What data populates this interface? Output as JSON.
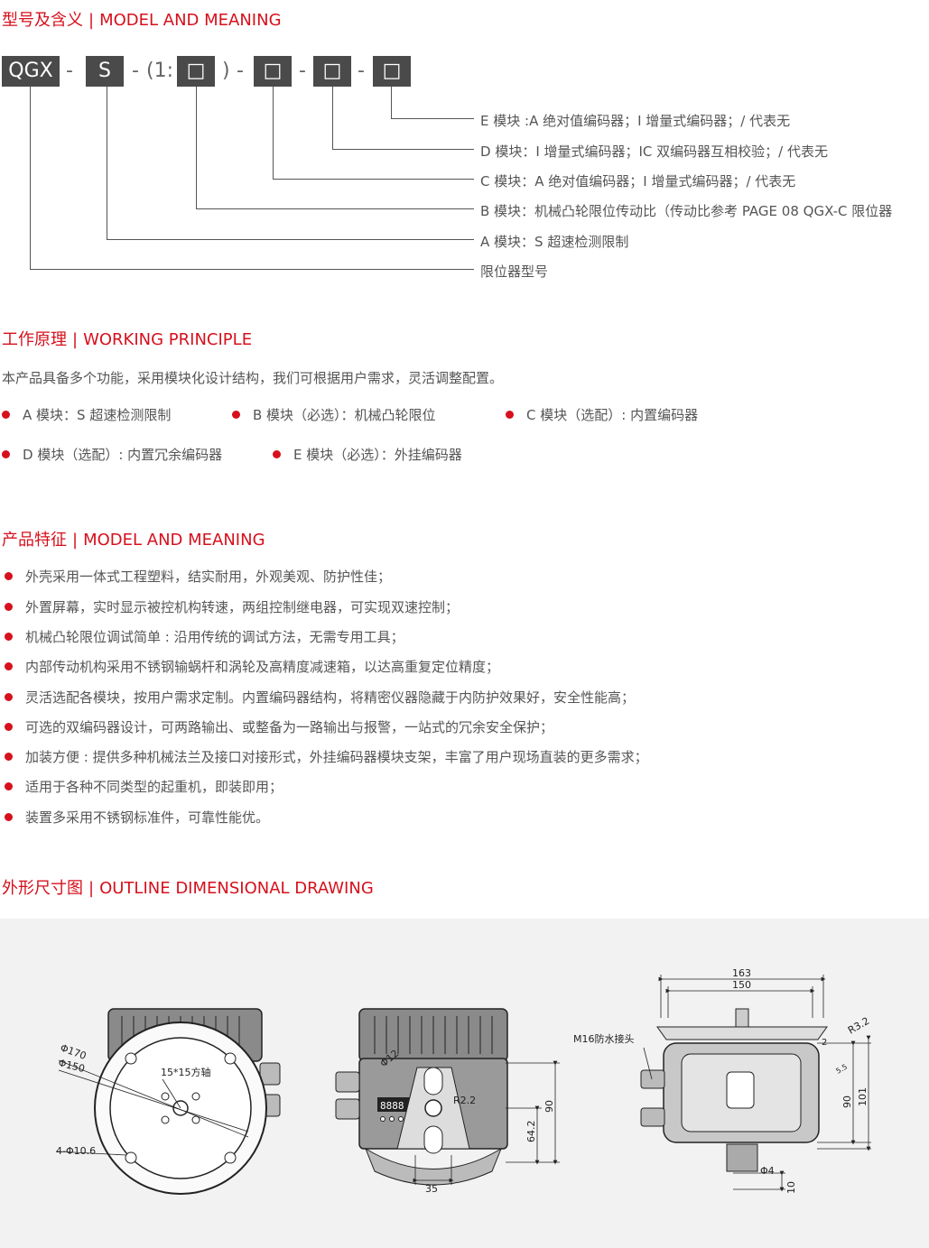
{
  "model_section": {
    "title_cn": "型号及含义",
    "title_en": "MODEL AND MEANING",
    "code": {
      "prefix": "QGX",
      "sep1": "-",
      "s": "S",
      "sep2": "-",
      "ratio_open": "(1:",
      "box": "□",
      "ratio_close": ")",
      "sep3": "-",
      "sep4": "-",
      "sep5": "-"
    },
    "legend": [
      "E 模块 :A 绝对值编码器；I 增量式编码器；/ 代表无",
      "D 模块：I 增量式编码器；IC 双编码器互相校验；/ 代表无",
      "C 模块：A 绝对值编码器；I 增量式编码器；/ 代表无",
      "B 模块：机械凸轮限位传动比（传动比参考 PAGE 08 QGX-C 限位器",
      "A 模块：S 超速检测限制",
      "限位器型号"
    ]
  },
  "working_section": {
    "title_cn": "工作原理",
    "title_en": "WORKING PRINCIPLE",
    "intro": "本产品具备多个功能，采用模块化设计结构，我们可根据用户需求，灵活调整配置。",
    "modules": [
      "A 模块：S 超速检测限制",
      "B 模块（必选）：机械凸轮限位",
      "C 模块（选配）: 内置编码器",
      "D 模块（选配）: 内置冗余编码器",
      "E 模块（必选）：外挂编码器"
    ]
  },
  "features_section": {
    "title_cn": "产品特征",
    "title_en": "MODEL AND MEANING",
    "items": [
      "外壳采用一体式工程塑料，结实耐用，外观美观、防护性佳；",
      "外置屏幕，实时显示被控机构转速，两组控制继电器，可实现双速控制；",
      "机械凸轮限位调试简单 : 沿用传统的调试方法，无需专用工具；",
      "内部传动机构采用不锈钢输蜗杆和涡轮及高精度减速箱，以达高重复定位精度；",
      "灵活选配各模块，按用户需求定制。内置编码器结构，将精密仪器隐藏于内防护效果好，安全性能高；",
      "可选的双编码器设计，可两路输出、或整备为一路输出与报警，一站式的冗余安全保护；",
      "加装方便 : 提供多种机械法兰及接口对接形式，外挂编码器模块支架，丰富了用户现场直装的更多需求；",
      "适用于各种不同类型的起重机，即装即用；",
      "装置多采用不锈钢标准件，可靠性能优。"
    ]
  },
  "outline_section": {
    "title_cn": "外形尺寸图",
    "title_en": "OUTLINE DIMENSIONAL DRAWING",
    "view1": {
      "d170": "Φ170",
      "d150": "Φ150",
      "shaft": "15*15方轴",
      "holes": "4-Φ10.6"
    },
    "view2": {
      "d12": "Φ12",
      "r22": "R2.2",
      "h642": "64.2",
      "h90": "90",
      "w35": "35",
      "display": "8888"
    },
    "view3": {
      "w163": "163",
      "w150": "150",
      "connector": "M16防水接头",
      "r32": "R3.2",
      "d2": "2",
      "d55": "5.5",
      "h90": "90",
      "h101": "101",
      "d4": "Φ4",
      "h10": "10"
    }
  }
}
